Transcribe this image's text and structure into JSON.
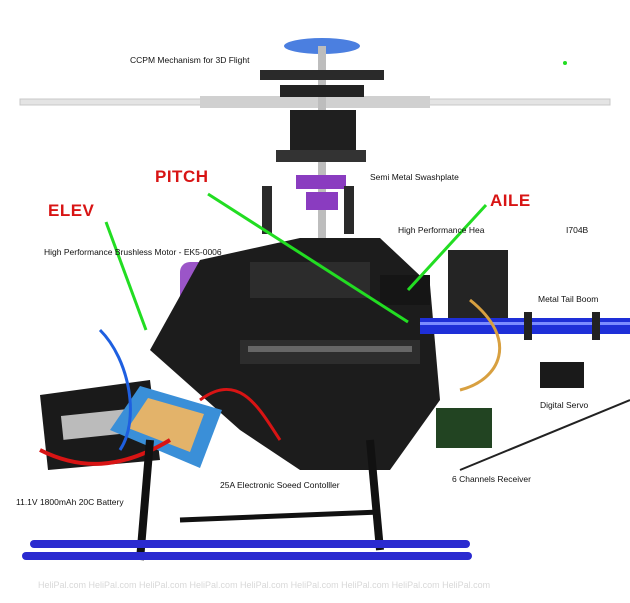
{
  "labels": {
    "ccpm": "CCPM Mechanism for 3D Flight",
    "swashplate": "Semi Metal Swashplate",
    "motor": "High Performance Brushless Motor - EK5-0006",
    "head": "High Performance Hea",
    "head_code": "I704B",
    "tail_boom": "Metal Tail Boom",
    "servo": "Digital Servo",
    "esc": "25A Electronic Soeed Contolller",
    "receiver": "6 Channels Receiver",
    "battery": "11.1V 1800mAh 20C Battery"
  },
  "callouts": {
    "pitch": "PITCH",
    "elev": "ELEV",
    "aile": "AILE"
  },
  "watermark": "HeliPal.com     HeliPal.com     HeliPal.com     HeliPal.com     HeliPal.com     HeliPal.com     HeliPal.com     HeliPal.com     HeliPal.com",
  "colors": {
    "callout_text": "#d81414",
    "leader_line": "#22dd22",
    "frame": "#1c1c1c",
    "anodized_purple": "#8a3cc0",
    "blue": "#1e2fd8"
  }
}
